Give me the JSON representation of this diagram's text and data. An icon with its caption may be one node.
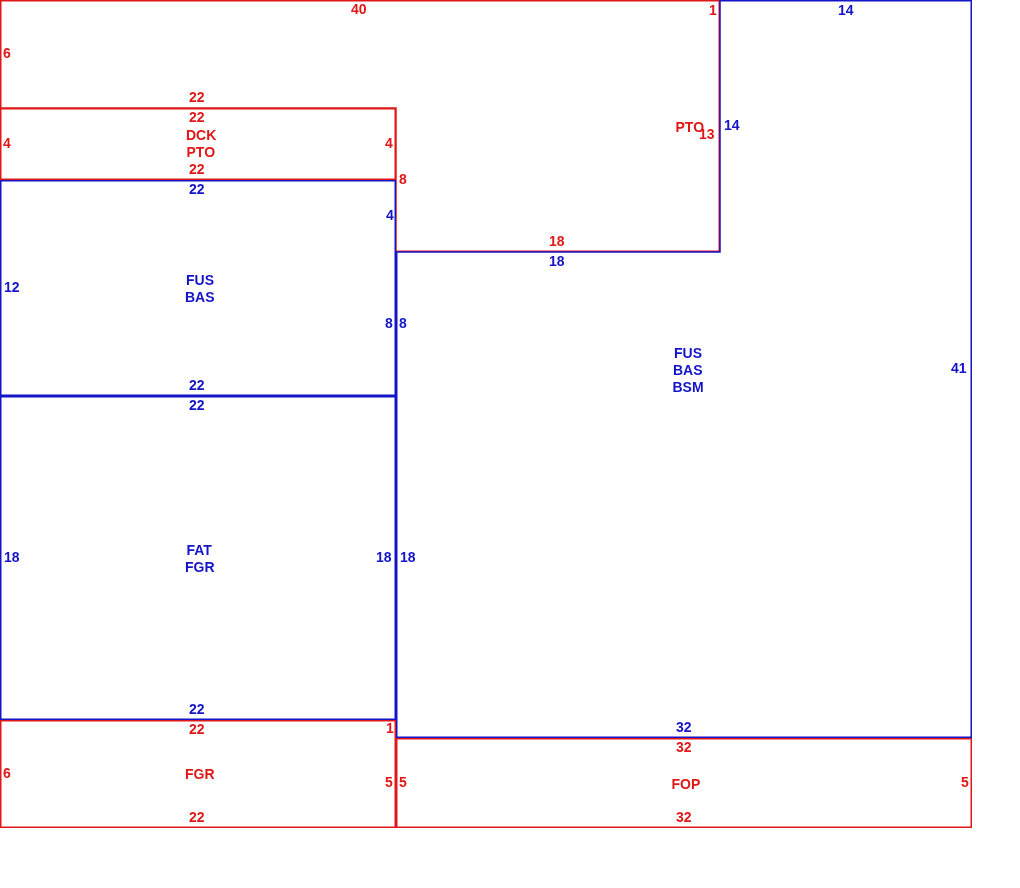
{
  "diagram": {
    "nodes": [
      {
        "text": [
          "40",
          "1",
          "6",
          "22",
          "PTO",
          "13",
          "8",
          "18"
        ]
      },
      {
        "text": [
          "22",
          "4",
          "DCK",
          "PTO",
          "4",
          "22"
        ]
      },
      {
        "text": [
          "22",
          "4",
          "12",
          "FUS",
          "BAS",
          "8",
          "22"
        ]
      },
      {
        "text": [
          "14",
          "14",
          "18",
          "8",
          "FUS",
          "BAS",
          "BSM",
          "41",
          "18",
          "32"
        ]
      },
      {
        "text": [
          "22",
          "18",
          "FAT",
          "FGR",
          "18",
          "22"
        ]
      },
      {
        "text": [
          "22",
          "1",
          "6",
          "FGR",
          "5",
          "22"
        ]
      },
      {
        "text": [
          "32",
          "5",
          "FOP",
          "5",
          "32"
        ]
      }
    ]
  }
}
